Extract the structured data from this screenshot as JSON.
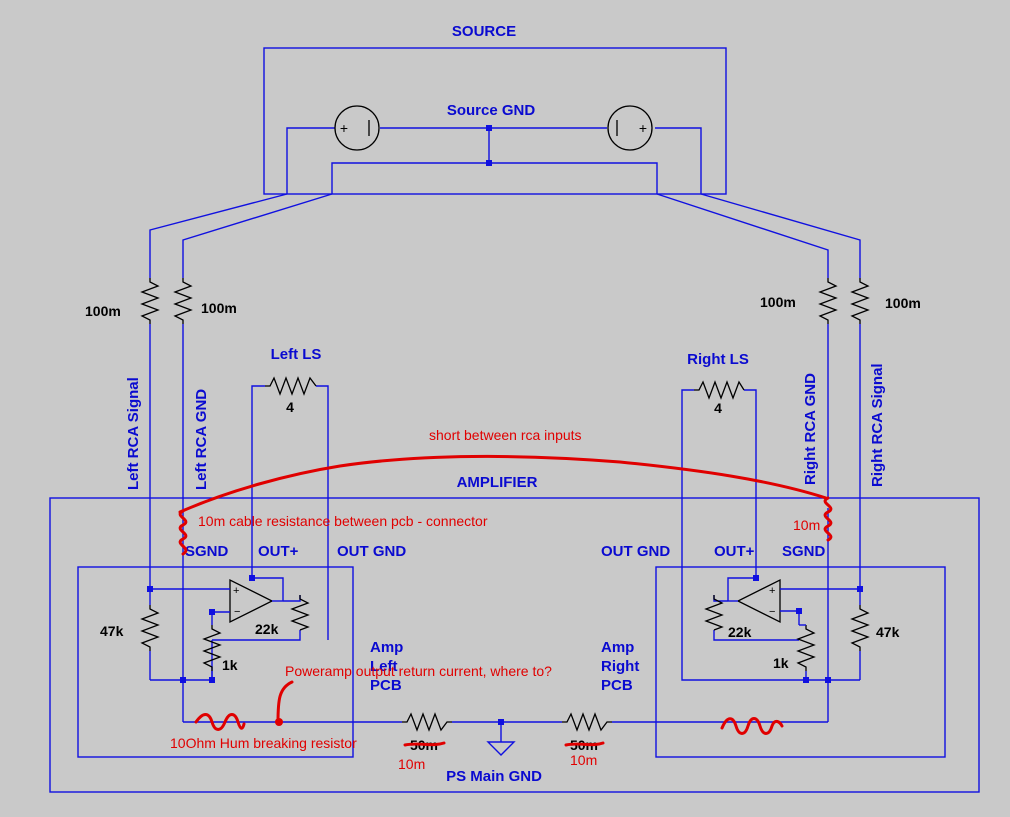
{
  "labels": {
    "source": "SOURCE",
    "source_gnd": "Source GND",
    "amplifier": "AMPLIFIER",
    "ps_main_gnd": "PS Main GND",
    "left_ls": "Left LS",
    "right_ls": "Right LS",
    "left_rca_signal": "Left RCA Signal",
    "left_rca_gnd": "Left RCA GND",
    "right_rca_gnd": "Right RCA GND",
    "right_rca_signal": "Right RCA Signal",
    "sgnd_left": "SGND",
    "out_plus_left": "OUT+",
    "out_gnd_left": "OUT GND",
    "out_gnd_right": "OUT GND",
    "out_plus_right": "OUT+",
    "sgnd_right": "SGND",
    "amp_left_pcb": [
      "Amp",
      "Left",
      "PCB"
    ],
    "amp_right_pcb": [
      "Amp",
      "Right",
      "PCB"
    ]
  },
  "values": {
    "r_left_sig": "100m",
    "r_left_gnd": "100m",
    "r_right_gnd": "100m",
    "r_right_sig": "100m",
    "ls_left": "4",
    "ls_right": "4",
    "r47k_left": "47k",
    "r22k_left": "22k",
    "r1k_left": "1k",
    "r22k_right": "22k",
    "r47k_right": "47k",
    "r1k_right": "1k",
    "r_gnd_left_struck": "50m",
    "r_gnd_right_struck": "50m"
  },
  "annotations": {
    "short": "short between rca inputs",
    "cable": "10m cable resistance between pcb - connector",
    "cable_right": "10m",
    "return": "Poweramp output return current, where to?",
    "hum": "10Ohm Hum breaking resistor",
    "ten_m_left": "10m",
    "ten_m_right": "10m"
  },
  "colors": {
    "wire": "#1010e0",
    "annotation": "#e00000",
    "background": "#c9c9c9"
  }
}
